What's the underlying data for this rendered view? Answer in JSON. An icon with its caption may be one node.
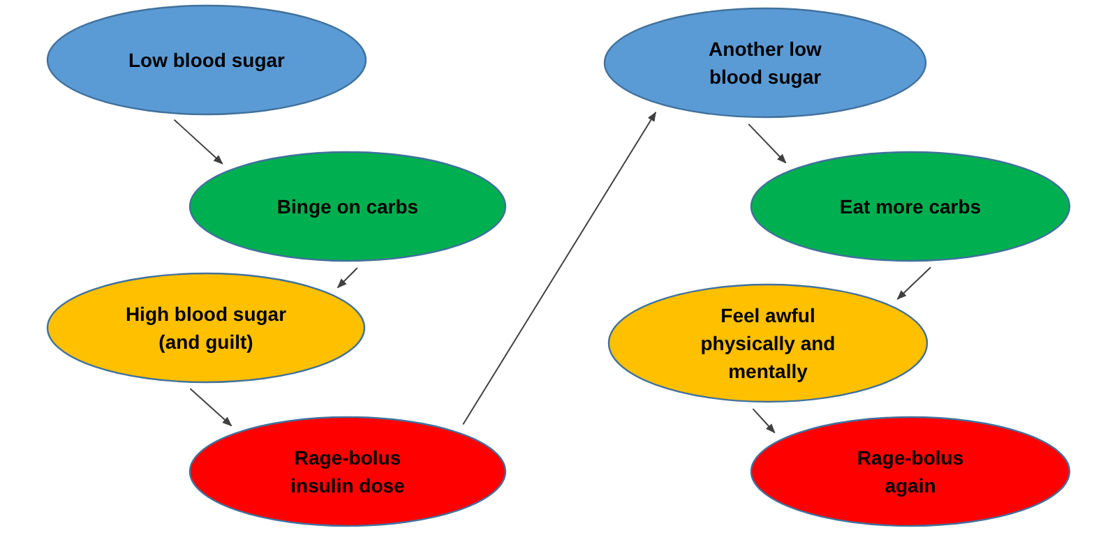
{
  "diagram": {
    "nodes": [
      {
        "text": [
          "Low blood sugar"
        ]
      },
      {
        "text": [
          "Binge on carbs"
        ]
      },
      {
        "text": [
          "High blood sugar (and guilt)"
        ]
      },
      {
        "text": [
          "Rage-bolus insulin dose"
        ]
      },
      {
        "text": [
          "Another low blood sugar"
        ]
      },
      {
        "text": [
          "Eat more carbs"
        ]
      },
      {
        "text": [
          "Feel awful physically and mentally"
        ]
      },
      {
        "text": [
          "Rage-bolus again"
        ]
      }
    ],
    "edges": [
      {
        "from": 0,
        "to": 1,
        "arrow": "to"
      },
      {
        "from": 1,
        "to": 2,
        "arrow": "to"
      },
      {
        "from": 2,
        "to": 3,
        "arrow": "to"
      },
      {
        "from": 3,
        "to": 4,
        "arrow": "to"
      },
      {
        "from": 4,
        "to": 5,
        "arrow": "to"
      },
      {
        "from": 5,
        "to": 6,
        "arrow": "to"
      },
      {
        "from": 6,
        "to": 7,
        "arrow": "to"
      }
    ]
  }
}
